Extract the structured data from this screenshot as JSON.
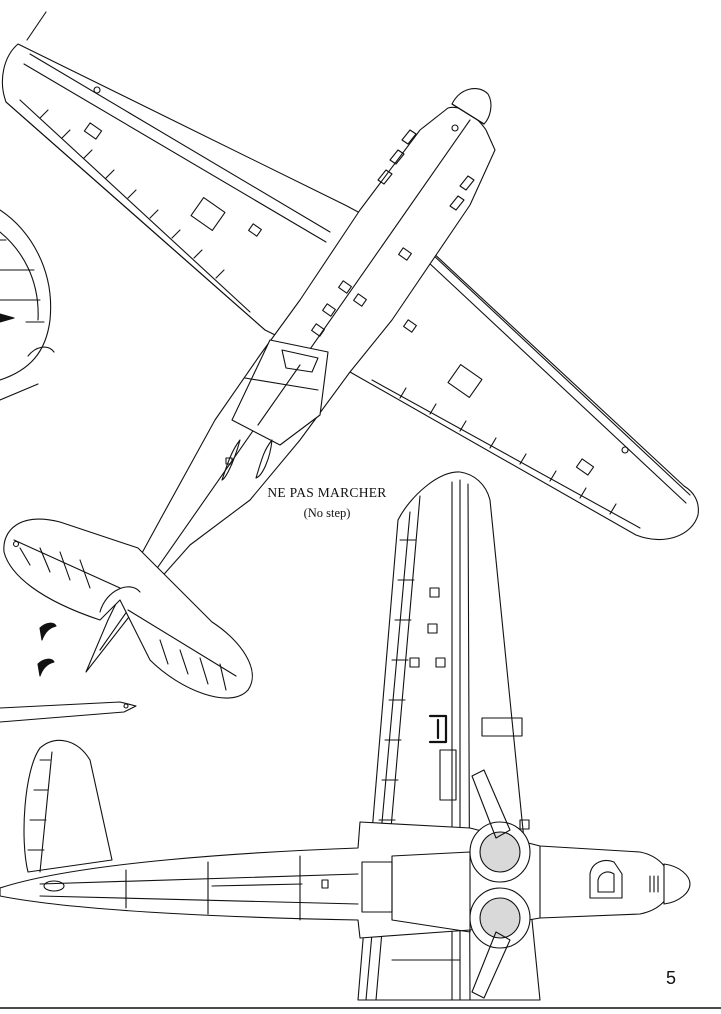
{
  "annotation": {
    "title": "NE PAS MARCHER",
    "subtitle": "(No step)"
  },
  "page": {
    "number": "5"
  },
  "colors": {
    "ink": "#111111",
    "paper": "#ffffff",
    "stipple": "#d9d9d9"
  }
}
